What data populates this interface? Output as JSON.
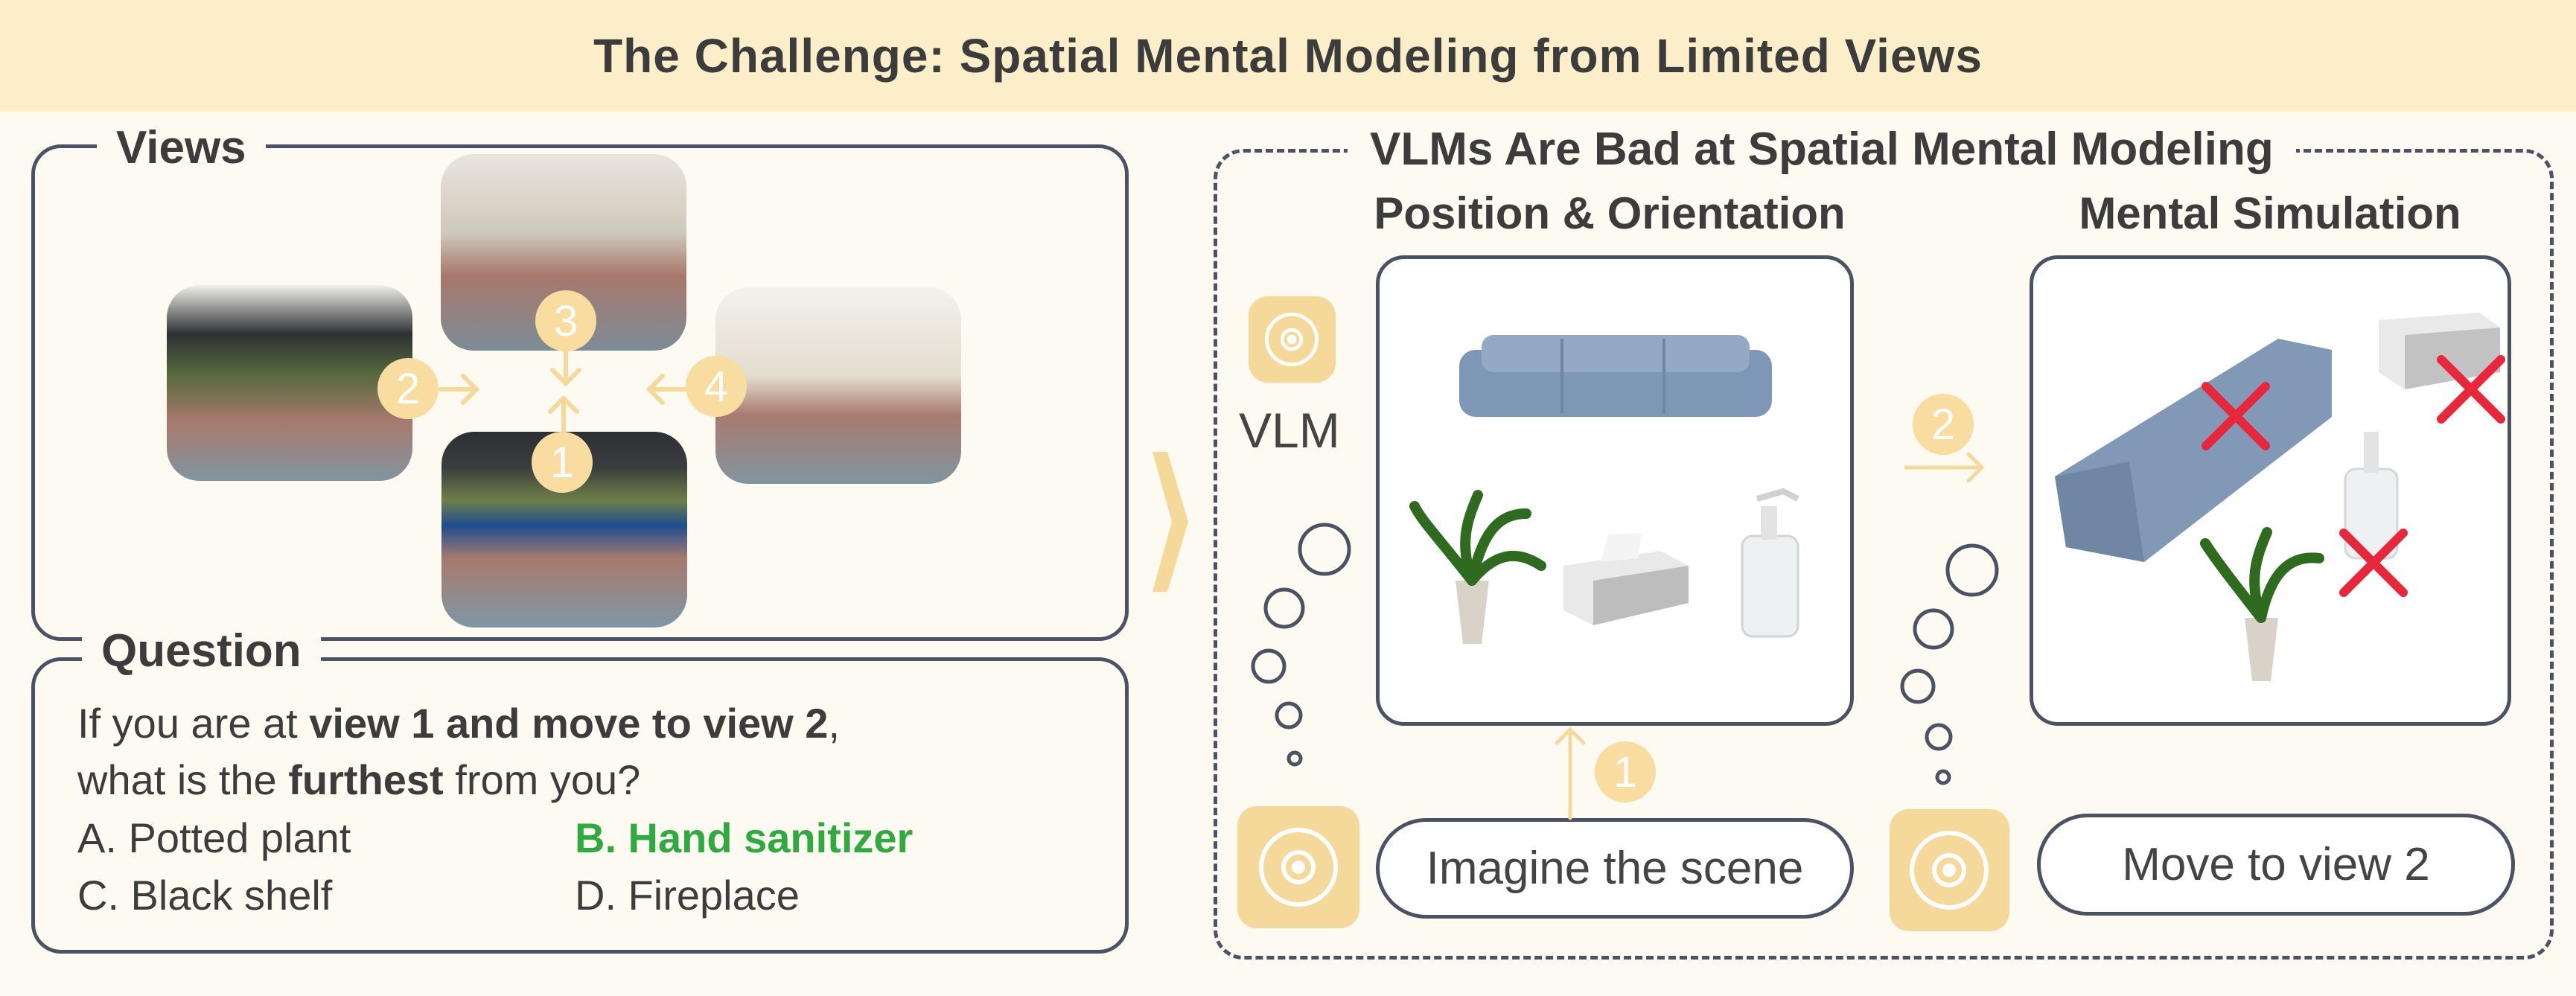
{
  "header": {
    "title": "The Challenge: Spatial Mental Modeling from Limited Views"
  },
  "views": {
    "label": "Views",
    "badges": [
      "1",
      "2",
      "3",
      "4"
    ]
  },
  "question": {
    "label": "Question",
    "line1_prefix": "If you are at ",
    "line1_bold": "view 1 and move to view 2",
    "line1_suffix": ",",
    "line2_prefix": "what is the ",
    "line2_bold": "furthest",
    "line2_suffix": " from you?",
    "options": [
      {
        "text": "A. Potted plant",
        "correct": false
      },
      {
        "text": "B. Hand sanitizer",
        "correct": true
      },
      {
        "text": "C. Black shelf",
        "correct": false
      },
      {
        "text": "D. Fireplace",
        "correct": false
      }
    ]
  },
  "right_panel": {
    "title": "VLMs Are Bad at Spatial Mental Modeling",
    "left_heading": "Position & Orientation",
    "right_heading": "Mental Simulation",
    "vlm_label": "VLM",
    "step1_badge": "1",
    "step2_badge": "2",
    "prompt1": "Imagine the scene",
    "prompt2": "Move to view 2"
  },
  "colors": {
    "accent": "#f8dca0",
    "correct": "#2eaa3e",
    "wrong": "#e8283a",
    "border": "#4a5263",
    "header": "#fbeec8"
  }
}
